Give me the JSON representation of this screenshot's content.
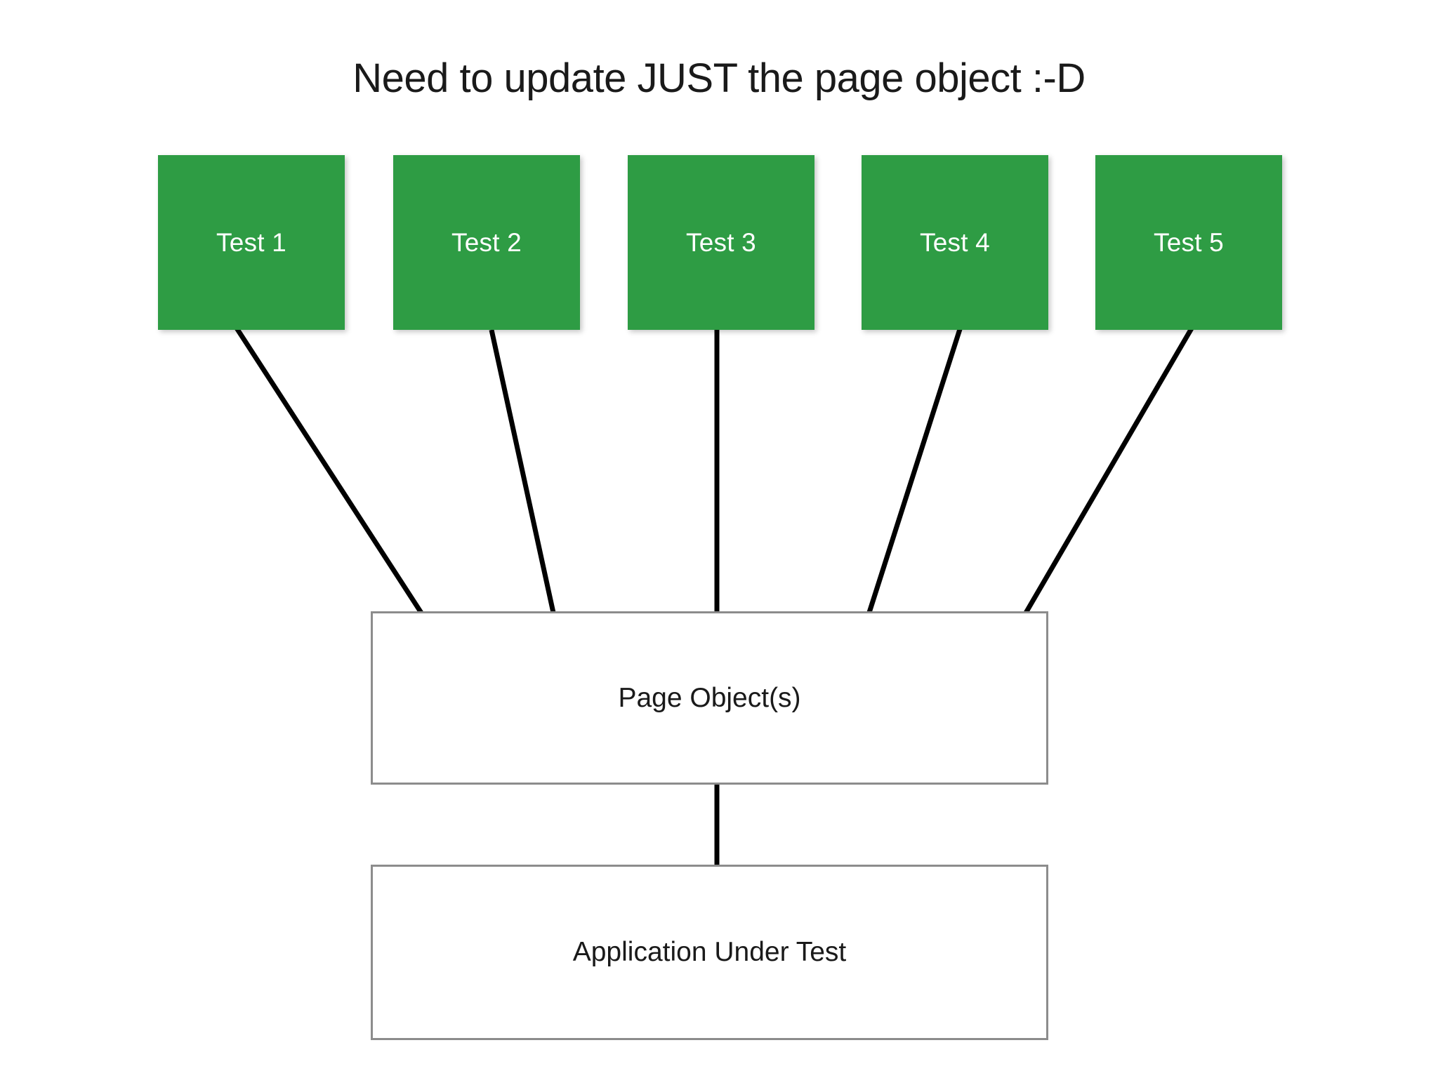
{
  "slide": {
    "title": "Need to update JUST the page object :-D",
    "background_color": "#ffffff"
  },
  "colors": {
    "test_box_fill": "#2e9c44",
    "test_box_text": "#ffffff",
    "plain_box_border": "#8c8c8c",
    "plain_box_fill": "#ffffff",
    "connector_stroke": "#000000",
    "text": "#1a1a1a"
  },
  "diagram": {
    "type": "flow",
    "test_boxes": [
      {
        "label": "Test 1"
      },
      {
        "label": "Test 2"
      },
      {
        "label": "Test 3"
      },
      {
        "label": "Test 4"
      },
      {
        "label": "Test 5"
      }
    ],
    "page_object": {
      "label": "Page Object(s)"
    },
    "application": {
      "label": "Application Under Test"
    },
    "connections": [
      {
        "from": "Test 1",
        "to": "Page Object(s)"
      },
      {
        "from": "Test 2",
        "to": "Page Object(s)"
      },
      {
        "from": "Test 3",
        "to": "Page Object(s)"
      },
      {
        "from": "Test 4",
        "to": "Page Object(s)"
      },
      {
        "from": "Test 5",
        "to": "Page Object(s)"
      },
      {
        "from": "Page Object(s)",
        "to": "Application Under Test"
      }
    ]
  }
}
